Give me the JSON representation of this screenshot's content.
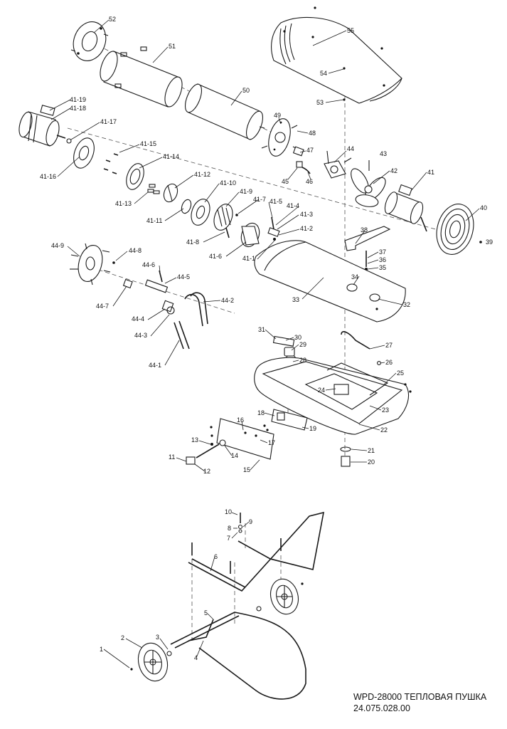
{
  "title": {
    "model": "WPD-28000 ТЕПЛОВАЯ ПУШКА",
    "code": "24.075.028.00"
  },
  "part_labels": [
    "52",
    "51",
    "55",
    "54",
    "53",
    "50",
    "49",
    "48",
    "47",
    "45",
    "46",
    "44",
    "43",
    "42",
    "41",
    "40",
    "39",
    "41-19",
    "41-18",
    "41-17",
    "41-16",
    "41-15",
    "41-14",
    "41-13",
    "41-12",
    "41-11",
    "41-10",
    "41-9",
    "41-8",
    "41-7",
    "41-6",
    "41-5",
    "41-4",
    "41-3",
    "41-2",
    "41-1",
    "44-9",
    "44-8",
    "44-7",
    "44-6",
    "44-5",
    "44-4",
    "44-3",
    "44-2",
    "44-1",
    "38",
    "37",
    "36",
    "35",
    "34",
    "33",
    "32",
    "31",
    "30",
    "29",
    "28",
    "27",
    "26",
    "25",
    "24",
    "23",
    "22",
    "21",
    "20",
    "19",
    "18",
    "17",
    "16",
    "15",
    "14",
    "13",
    "12",
    "11",
    "10",
    "9",
    "8",
    "7",
    "6",
    "5",
    "4",
    "3",
    "2",
    "1"
  ]
}
